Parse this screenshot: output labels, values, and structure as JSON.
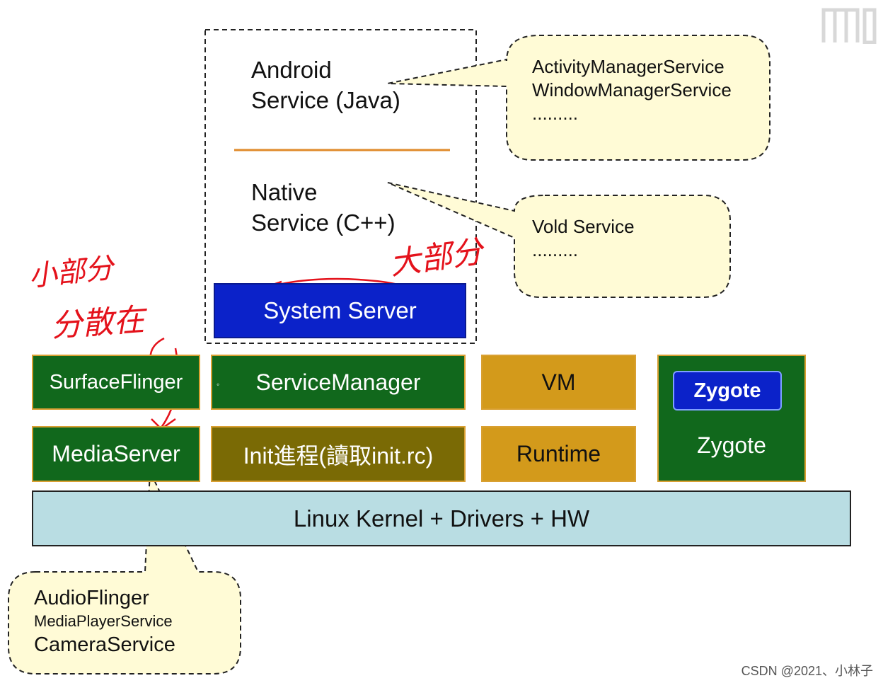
{
  "android_service": {
    "line1": "Android",
    "line2": "Service (Java)"
  },
  "native_service": {
    "line1": "Native",
    "line2": "Service (C++)"
  },
  "system_server": "System Server",
  "boxes": {
    "surfaceflinger": "SurfaceFlinger",
    "servicemanager": "ServiceManager",
    "vm": "VM",
    "zygote_badge": "Zygote",
    "zygote": "Zygote",
    "mediaserver": "MediaServer",
    "init": "Init進程(讀取init.rc)",
    "runtime": "Runtime",
    "kernel": "Linux Kernel + Drivers + HW"
  },
  "callout_java": {
    "line1": "ActivityManagerService",
    "line2": "WindowManagerService",
    "line3": "........."
  },
  "callout_native": {
    "line1": "Vold Service",
    "line2": "........."
  },
  "callout_media": {
    "line1": "AudioFlinger",
    "line2": "MediaPlayerService",
    "line3": "CameraService"
  },
  "annotations": {
    "small_part": "小部分",
    "small_part_2": "分散在",
    "big_part": "大部分"
  },
  "watermark": "CSDN @2021、小林子",
  "colors": {
    "green": "#11681c",
    "olive": "#7a6a05",
    "gold": "#d39a1b",
    "blue": "#0b22c9",
    "kernel": "#b9dde3",
    "callout": "#fffbd6",
    "annotation": "#e4121b",
    "divider": "#e08a2a"
  }
}
